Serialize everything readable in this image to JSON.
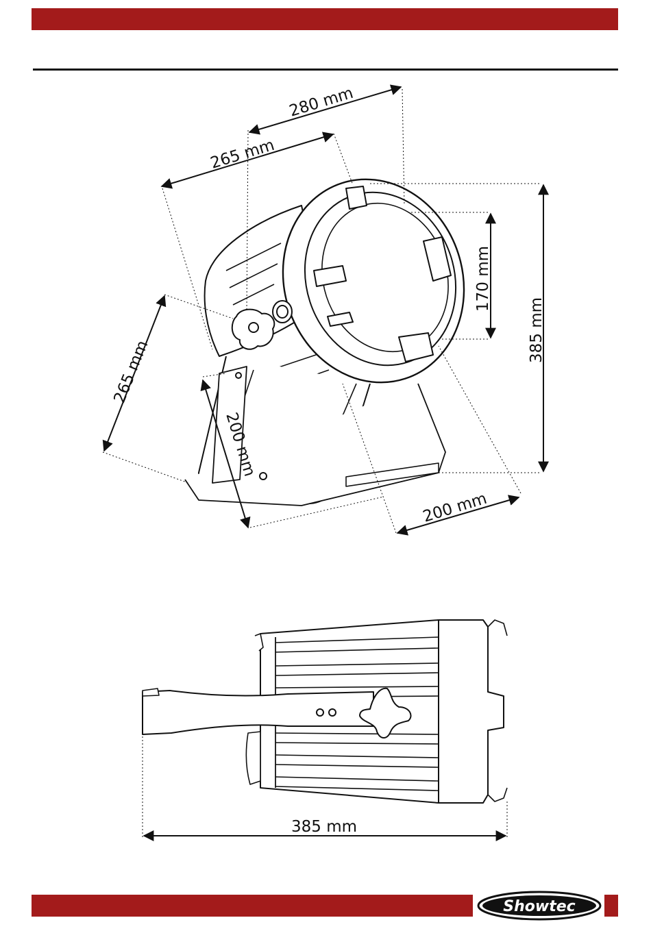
{
  "dimensions": {
    "front_view": {
      "width_top": "280 mm",
      "width_front": "265 mm",
      "depth_side": "265 mm",
      "bracket_width": "200 mm",
      "base_width": "200 mm",
      "lens_height": "170 mm",
      "total_height": "385 mm"
    },
    "side_view": {
      "total_length": "385 mm"
    }
  },
  "brand": {
    "logo_text": "Showtec"
  },
  "colors": {
    "brand_red": "#a31b1b",
    "line": "#111111"
  }
}
